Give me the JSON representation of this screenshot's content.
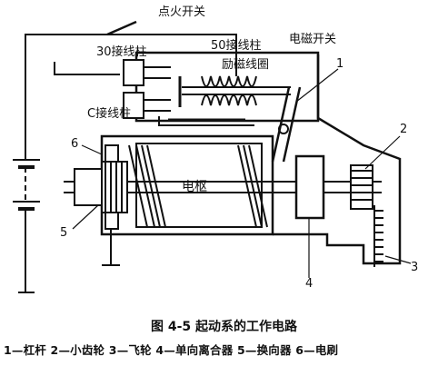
{
  "labels": {
    "ignition_switch": "点火开关",
    "terminal_30": "30接线柱",
    "terminal_50": "50接线柱",
    "electromagnetic_switch": "电磁开关",
    "excitation_coil": "励磁线圈",
    "terminal_c": "C接线柱",
    "armature": "电枢"
  },
  "callouts": [
    "1",
    "2",
    "3",
    "4",
    "5",
    "6"
  ],
  "caption": "图 4-5  起动系的工作电路",
  "legend": "1—杠杆  2—小齿轮  3—飞轮  4—单向离合器  5—换向器  6—电刷"
}
